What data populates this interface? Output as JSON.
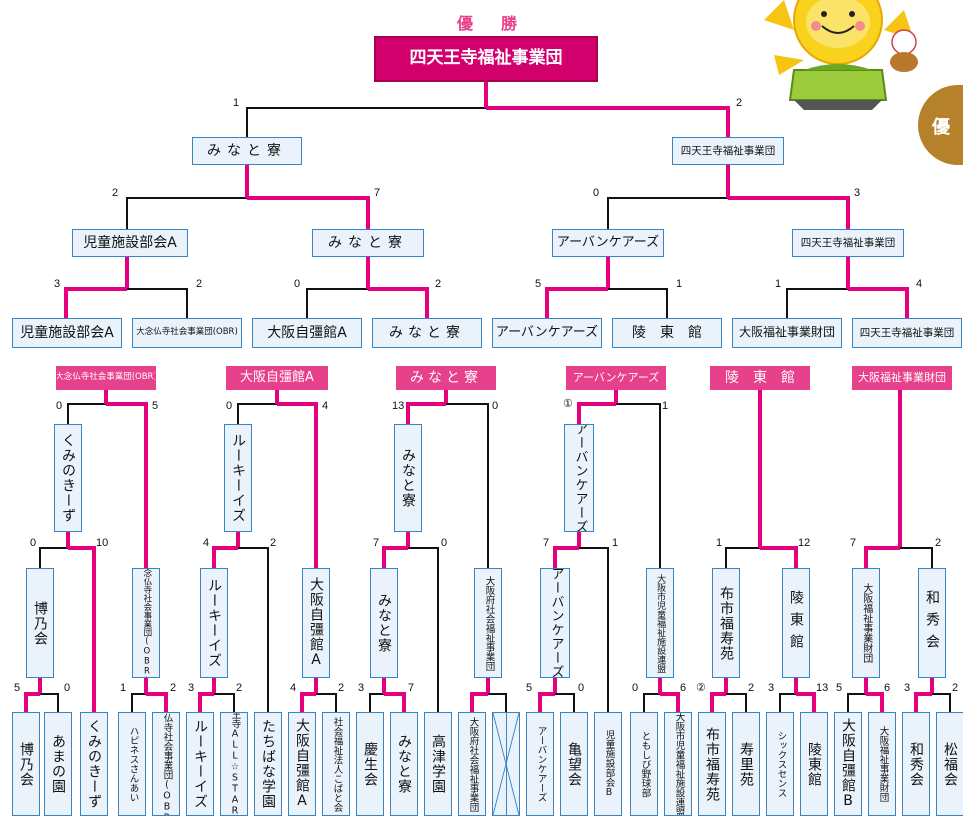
{
  "header": {
    "title": "優　勝",
    "tab_label": "優",
    "champion": "四天王寺福祉事業団"
  },
  "colors": {
    "win_line": "#e6007e",
    "line": "#111111",
    "box_border": "#3a84c2",
    "box_fill": "#eaf3fb",
    "pink_box": "#e8418b",
    "tab": "#b5812a"
  },
  "mascot": {
    "icon": "sunflower-baseball-mascot-icon"
  },
  "upper": {
    "semis": [
      "みなと寮",
      "四天王寺福祉事業団"
    ],
    "quarters": [
      "児童施設部会A",
      "みなと寮",
      "アーバンケアーズ",
      "四天王寺福祉事業団"
    ],
    "round16": [
      "児童施設部会A",
      "大念仏寺社会事業団(OBR)",
      "大阪自彊館A",
      "みなと寮",
      "アーバンケアーズ",
      "陵　東　館",
      "大阪福祉事業財団",
      "四天王寺福祉事業団"
    ],
    "scores": {
      "final": [
        "1",
        "2"
      ],
      "semis": [
        "2",
        "7",
        "0",
        "3"
      ],
      "quarters": [
        "3",
        "2",
        "0",
        "2",
        "5",
        "1",
        "1",
        "4"
      ]
    }
  },
  "lower": {
    "block_winners": [
      "大念仏寺社会事業団(OBR)",
      "大阪自彊館A",
      "みなと寮",
      "アーバンケアーズ",
      "陵　東　館",
      "大阪福祉事業財団"
    ],
    "round3": [
      "くみのきーず",
      "ルーキーイズ",
      "みなと寮",
      "アーバンケアーズ"
    ],
    "round2": [
      "博乃会",
      "大念仏寺社会事業団(OBR)",
      "ルーキーイズ",
      "大阪自彊館A",
      "みなと寮",
      "大阪府社会福祉事業団",
      "アーバンケアーズ",
      "大阪市児童福祉施設連盟",
      "布市福寿苑",
      "陵東館",
      "大阪福祉事業財団",
      "和秀会"
    ],
    "round1": [
      "博乃会",
      "あまの園",
      "くみのきーず",
      "ハピネスさんあい",
      "大念仏寺社会事業団(OBR)",
      "ルーキーイズ",
      "天王寺ALL☆STARS",
      "たちばな学園",
      "大阪自彊館A",
      "社会福祉法人こばと会",
      "慶生会",
      "みなと寮",
      "高津学園",
      "大阪府社会福祉事業団",
      "",
      "アーバンケアーズ",
      "亀望会",
      "児童施設部会B",
      "ともしび野球部",
      "大阪市児童福祉施設連盟",
      "布市福寿苑",
      "寿里苑",
      "シックスセンス",
      "陵東館",
      "大阪自彊館B",
      "大阪福祉事業財団",
      "和秀会",
      "松福会"
    ],
    "scores": {
      "round3": [
        "0",
        "5",
        "0",
        "4",
        "13",
        "0",
        "①",
        "1",
        "1",
        "12",
        "7",
        "2"
      ],
      "round2": [
        "0",
        "10",
        "4",
        "2",
        "7",
        "0",
        "7",
        "1"
      ],
      "round1": [
        "0",
        "10",
        "1",
        "2",
        "4",
        "2",
        "7",
        "0",
        "7",
        "1",
        "1",
        "12",
        "7",
        "2"
      ],
      "leaves": [
        "5",
        "0",
        "1",
        "2",
        "3",
        "2",
        "4",
        "2",
        "3",
        "7",
        "5",
        "0",
        "0",
        "6",
        "②",
        "2",
        "3",
        "13",
        "5",
        "6",
        "3",
        "2"
      ]
    }
  }
}
